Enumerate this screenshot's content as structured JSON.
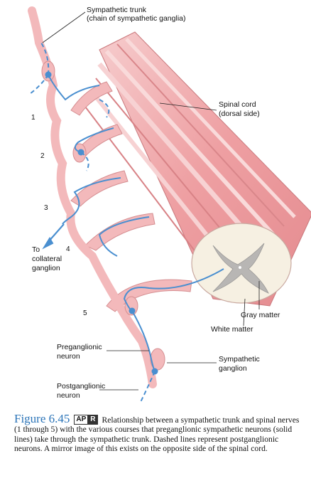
{
  "labels": {
    "sympathetic_trunk_line1": "Sympathetic trunk",
    "sympathetic_trunk_line2": "(chain of sympathetic ganglia)",
    "spinal_cord_line1": "Spinal cord",
    "spinal_cord_line2": "(dorsal side)",
    "to_collateral_line1": "To",
    "to_collateral_line2": "collateral",
    "to_collateral_line3": "ganglion",
    "gray_matter": "Gray matter",
    "white_matter": "White matter",
    "preganglionic_line1": "Preganglionic",
    "preganglionic_line2": "neuron",
    "sympathetic_ganglion_line1": "Sympathetic",
    "sympathetic_ganglion_line2": "ganglion",
    "postganglionic_line1": "Postganglionic",
    "postganglionic_line2": "neuron"
  },
  "numbers": [
    "1",
    "2",
    "3",
    "4",
    "5"
  ],
  "caption": {
    "figure_number": "Figure 6.45",
    "badge_ap": "AP",
    "badge_r": "R",
    "text": "Relationship between a sympathetic trunk and spinal nerves (1 through 5) with the various courses that preganglionic sympathetic neurons (solid lines) take through the sympathetic trunk. Dashed lines represent postganglionic neurons. A mirror image of this exists on the opposite side of the spinal cord."
  },
  "colors": {
    "cord": "#eda7a9",
    "cord_highlight": "#f8d3d3",
    "nerve": "#f3b9bb",
    "neuron": "#4a8fd0",
    "gray_matter": "#b8b6b4",
    "white_matter": "#f6f0e2",
    "caption_title": "#2b74b8"
  }
}
